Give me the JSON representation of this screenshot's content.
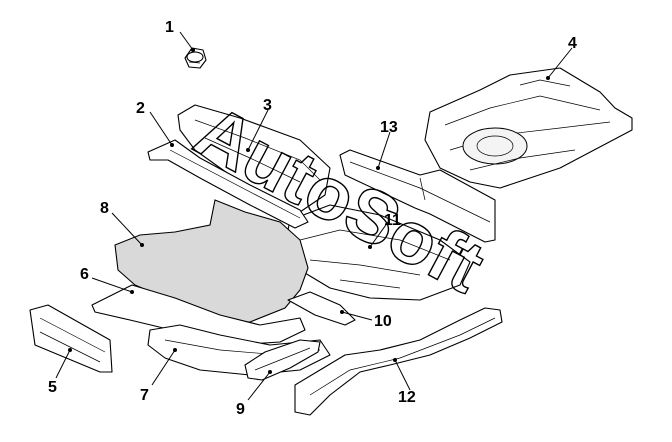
{
  "parts": [
    {
      "num": "1"
    },
    {
      "num": "2"
    },
    {
      "num": "3"
    },
    {
      "num": "4"
    },
    {
      "num": "5"
    },
    {
      "num": "6"
    },
    {
      "num": "7"
    },
    {
      "num": "8"
    },
    {
      "num": "9"
    },
    {
      "num": "10"
    },
    {
      "num": "11"
    },
    {
      "num": "12"
    },
    {
      "num": "13"
    }
  ],
  "watermark": "AutoSoft"
}
